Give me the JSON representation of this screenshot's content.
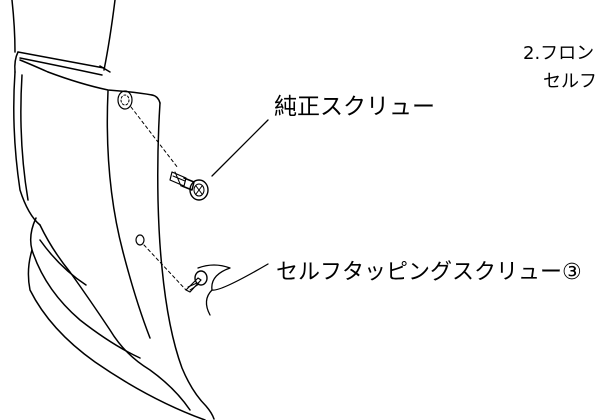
{
  "instruction": {
    "line1": "2.フロン",
    "line2": "セルフ"
  },
  "callouts": {
    "genuine_screw": "純正スクリュー",
    "self_tapping_screw": "セルフタッピングスクリュー③"
  },
  "colors": {
    "line": "#000000",
    "background": "#ffffff"
  }
}
